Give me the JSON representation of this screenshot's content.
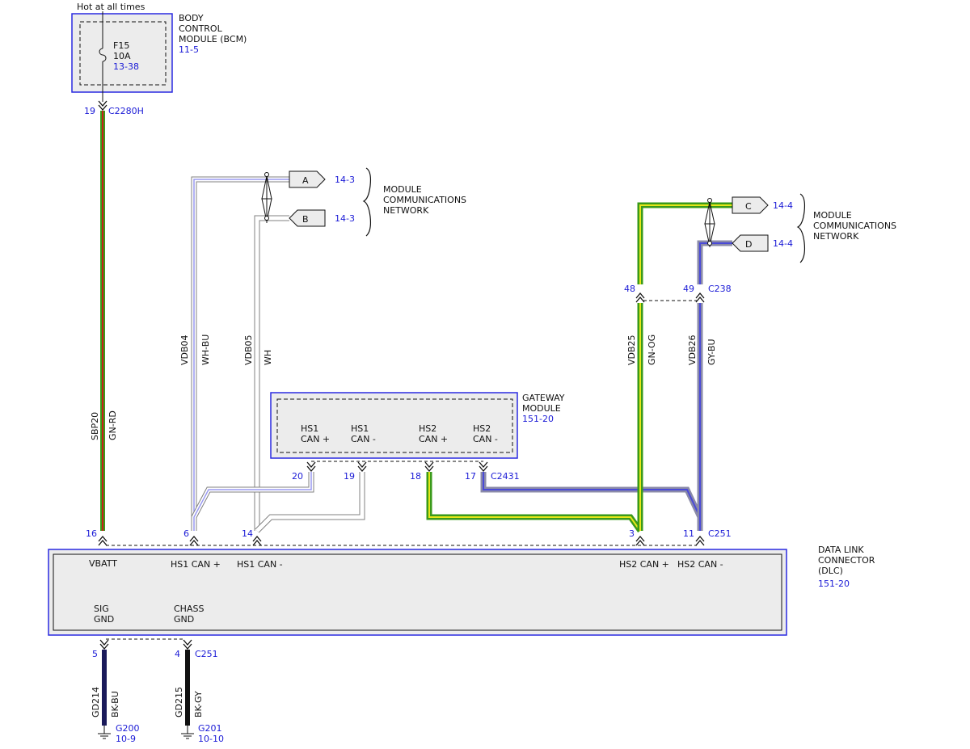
{
  "colors": {
    "box_blue": "#2a2ae0",
    "ref_blue": "#1a1ad6",
    "wire_green": "#3a9a1a",
    "wire_red": "#c8201a",
    "wire_yellow": "#e6e61a",
    "wire_white_outline": "#808080",
    "wire_wh_bu_inner": "#9a9af0",
    "wire_gy": "#8a8aa8",
    "wire_bk": "#111111",
    "wire_bk_bu": "#1a1a5a",
    "module_fill": "#ededed"
  },
  "top_label": "Hot at all times",
  "bcm": {
    "name_lines": [
      "BODY",
      "CONTROL",
      "MODULE (BCM)"
    ],
    "ref": "11-5",
    "fuse_name": "F15",
    "fuse_rating": "10A",
    "fuse_ref": "13-38"
  },
  "c2280h": {
    "pin": "19",
    "connector": "C2280H"
  },
  "network_left": {
    "label_lines": [
      "MODULE",
      "COMMUNICATIONS",
      "NETWORK"
    ],
    "tags": [
      {
        "letter": "A",
        "ref": "14-3"
      },
      {
        "letter": "B",
        "ref": "14-3"
      }
    ]
  },
  "network_right": {
    "label_lines": [
      "MODULE",
      "COMMUNICATIONS",
      "NETWORK"
    ],
    "tags": [
      {
        "letter": "C",
        "ref": "14-4"
      },
      {
        "letter": "D",
        "ref": "14-4"
      }
    ]
  },
  "c238": {
    "pin_a": "48",
    "pin_b": "49",
    "connector": "C238"
  },
  "wires": [
    {
      "circuit": "SBP20",
      "color": "GN-RD"
    },
    {
      "circuit": "VDB04",
      "color": "WH-BU"
    },
    {
      "circuit": "VDB05",
      "color": "WH"
    },
    {
      "circuit": "VDB25",
      "color": "GN-OG"
    },
    {
      "circuit": "VDB26",
      "color": "GY-BU"
    },
    {
      "circuit": "GD214",
      "color": "BK-BU"
    },
    {
      "circuit": "GD215",
      "color": "BK-GY"
    }
  ],
  "gateway": {
    "name_lines": [
      "GATEWAY",
      "MODULE"
    ],
    "ref": "151-20",
    "pins": [
      {
        "line1": "HS1",
        "line2": "CAN +",
        "number": "20"
      },
      {
        "line1": "HS1",
        "line2": "CAN -",
        "number": "19"
      },
      {
        "line1": "HS2",
        "line2": "CAN +",
        "number": "18"
      },
      {
        "line1": "HS2",
        "line2": "CAN -",
        "number": "17"
      }
    ],
    "connector": "C2431"
  },
  "dlc": {
    "name_lines": [
      "DATA LINK",
      "CONNECTOR",
      "(DLC)"
    ],
    "ref": "151-20",
    "connector": "C251",
    "pin_numbers": [
      "16",
      "6",
      "14",
      "3",
      "11"
    ],
    "pin_labels": [
      "VBATT",
      "HS1 CAN +",
      "HS1 CAN -",
      "HS2 CAN +",
      "HS2 CAN -"
    ],
    "sig_gnd_lines": [
      "SIG",
      "GND"
    ],
    "chass_gnd_lines": [
      "CHASS",
      "GND"
    ],
    "bottom_pin_a": "5",
    "bottom_pin_b": "4",
    "bottom_connector": "C251"
  },
  "grounds": [
    {
      "name": "G200",
      "ref": "10-9"
    },
    {
      "name": "G201",
      "ref": "10-10"
    }
  ]
}
